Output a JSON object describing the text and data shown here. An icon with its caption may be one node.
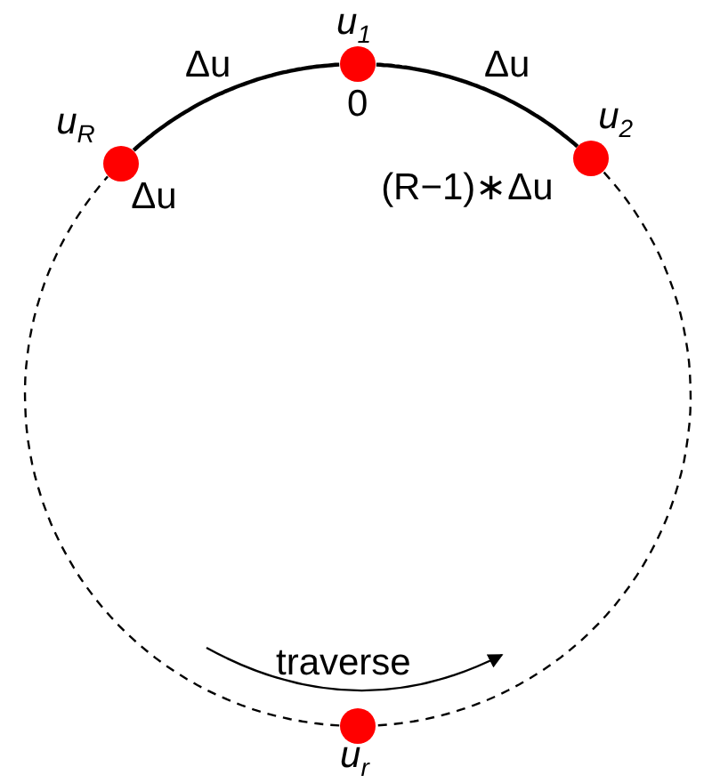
{
  "diagram": {
    "nodes": [
      {
        "text": [
          "u$_{1}$"
        ],
        "beside": [
          "0"
        ]
      },
      {
        "text": [
          "u$_{R}$"
        ],
        "beside": [
          "Δu"
        ]
      },
      {
        "text": [
          "u$_{2}$"
        ],
        "beside": [
          "(R−1)∗Δu"
        ]
      },
      {
        "text": [
          "u$_{r}$"
        ]
      }
    ],
    "edges": [
      {
        "from": 1,
        "to": 0,
        "arrow": "none",
        "label": "Δu"
      },
      {
        "from": 0,
        "to": 2,
        "arrow": "none",
        "label": "Δu"
      },
      {
        "from": 2,
        "to": 3,
        "arrow": "none",
        "style": "dashed"
      },
      {
        "from": 3,
        "to": 1,
        "arrow": "none",
        "style": "dashed"
      }
    ],
    "labels": [
      "traverse"
    ]
  }
}
